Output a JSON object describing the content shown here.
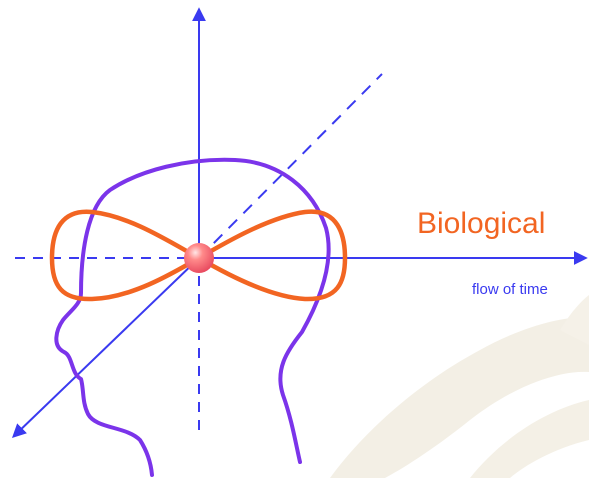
{
  "labels": {
    "biological": "Biological",
    "flow_of_time": "flow of time"
  },
  "colors": {
    "background": "#ffffff",
    "axis": "#3a3af0",
    "head_outline": "#7b34ea",
    "lemniscate": "#f26522",
    "center_sphere": "#ff6f6f",
    "watermark": "#f1ecdf"
  },
  "elements": {
    "watermark": "faint watermark shapes",
    "center": "center-sphere"
  }
}
